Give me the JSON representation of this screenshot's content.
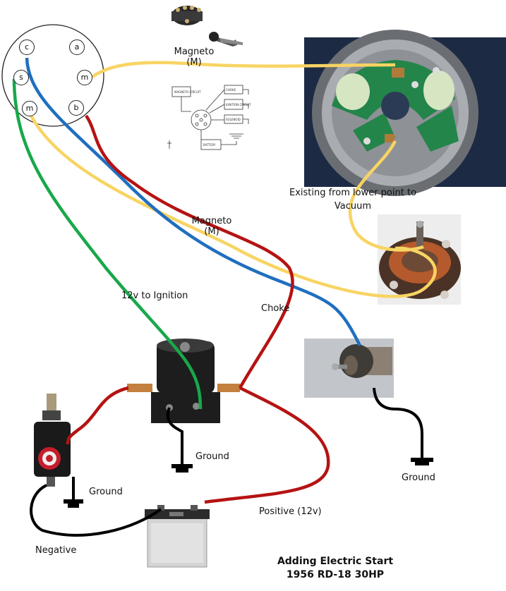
{
  "plug": {
    "pins": {
      "c": "c",
      "a": "a",
      "s": "s",
      "m1": "m",
      "m2": "m",
      "b": "b"
    }
  },
  "labels": {
    "magneto_top_line1": "Magneto",
    "magneto_top_line2": "(M)",
    "magneto_mid_line1": "Magneto",
    "magneto_mid_line2": "(M)",
    "existing_line1": "Existing from lower point to",
    "existing_line2": "Vacuum",
    "ignition": "12v to Ignition",
    "choke": "Choke",
    "ground_solenoid": "Ground",
    "ground_starter": "Ground",
    "ground_choke": "Ground",
    "positive": "Positive (12v)",
    "negative": "Negative"
  },
  "title": {
    "line1": "Adding Electric Start",
    "line2": "1956 RD-18 30HP"
  },
  "wire_colors": {
    "magneto": "#f8d463",
    "choke": "#1f6fbf",
    "ignition": "#18a84a",
    "positive": "#b51313",
    "ground": "#000000"
  },
  "schematic": {
    "magneto_circuit": "MAGNETO CIRCUIT",
    "choke": "CHOKE",
    "ignition_circuit": "IGNITION CIRCUIT",
    "solenoid": "SOLENOID",
    "battery": "BATTERY"
  }
}
